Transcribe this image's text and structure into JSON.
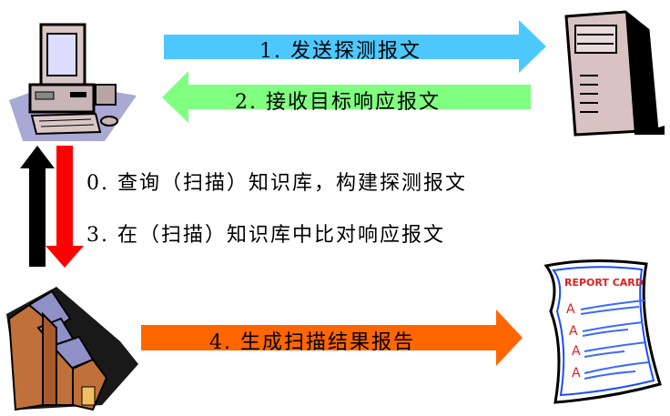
{
  "arrows": {
    "send": {
      "label": "1. 发送探测报文",
      "color": "#4dc8ff"
    },
    "receive": {
      "label": "2. 接收目标响应报文",
      "color": "#80ff80"
    },
    "report": {
      "label": "4. 生成扫描结果报告",
      "color": "#ff6600"
    },
    "query_up_color": "#000000",
    "compare_down_color": "#ff0000"
  },
  "steps": {
    "query": "0. 查询（扫描）知识库，构建探测报文",
    "compare": "3. 在（扫描）知识库中比对响应报文"
  },
  "report_card": {
    "title": "REPORT CARD",
    "grades": [
      "A",
      "A",
      "A",
      "A"
    ]
  }
}
